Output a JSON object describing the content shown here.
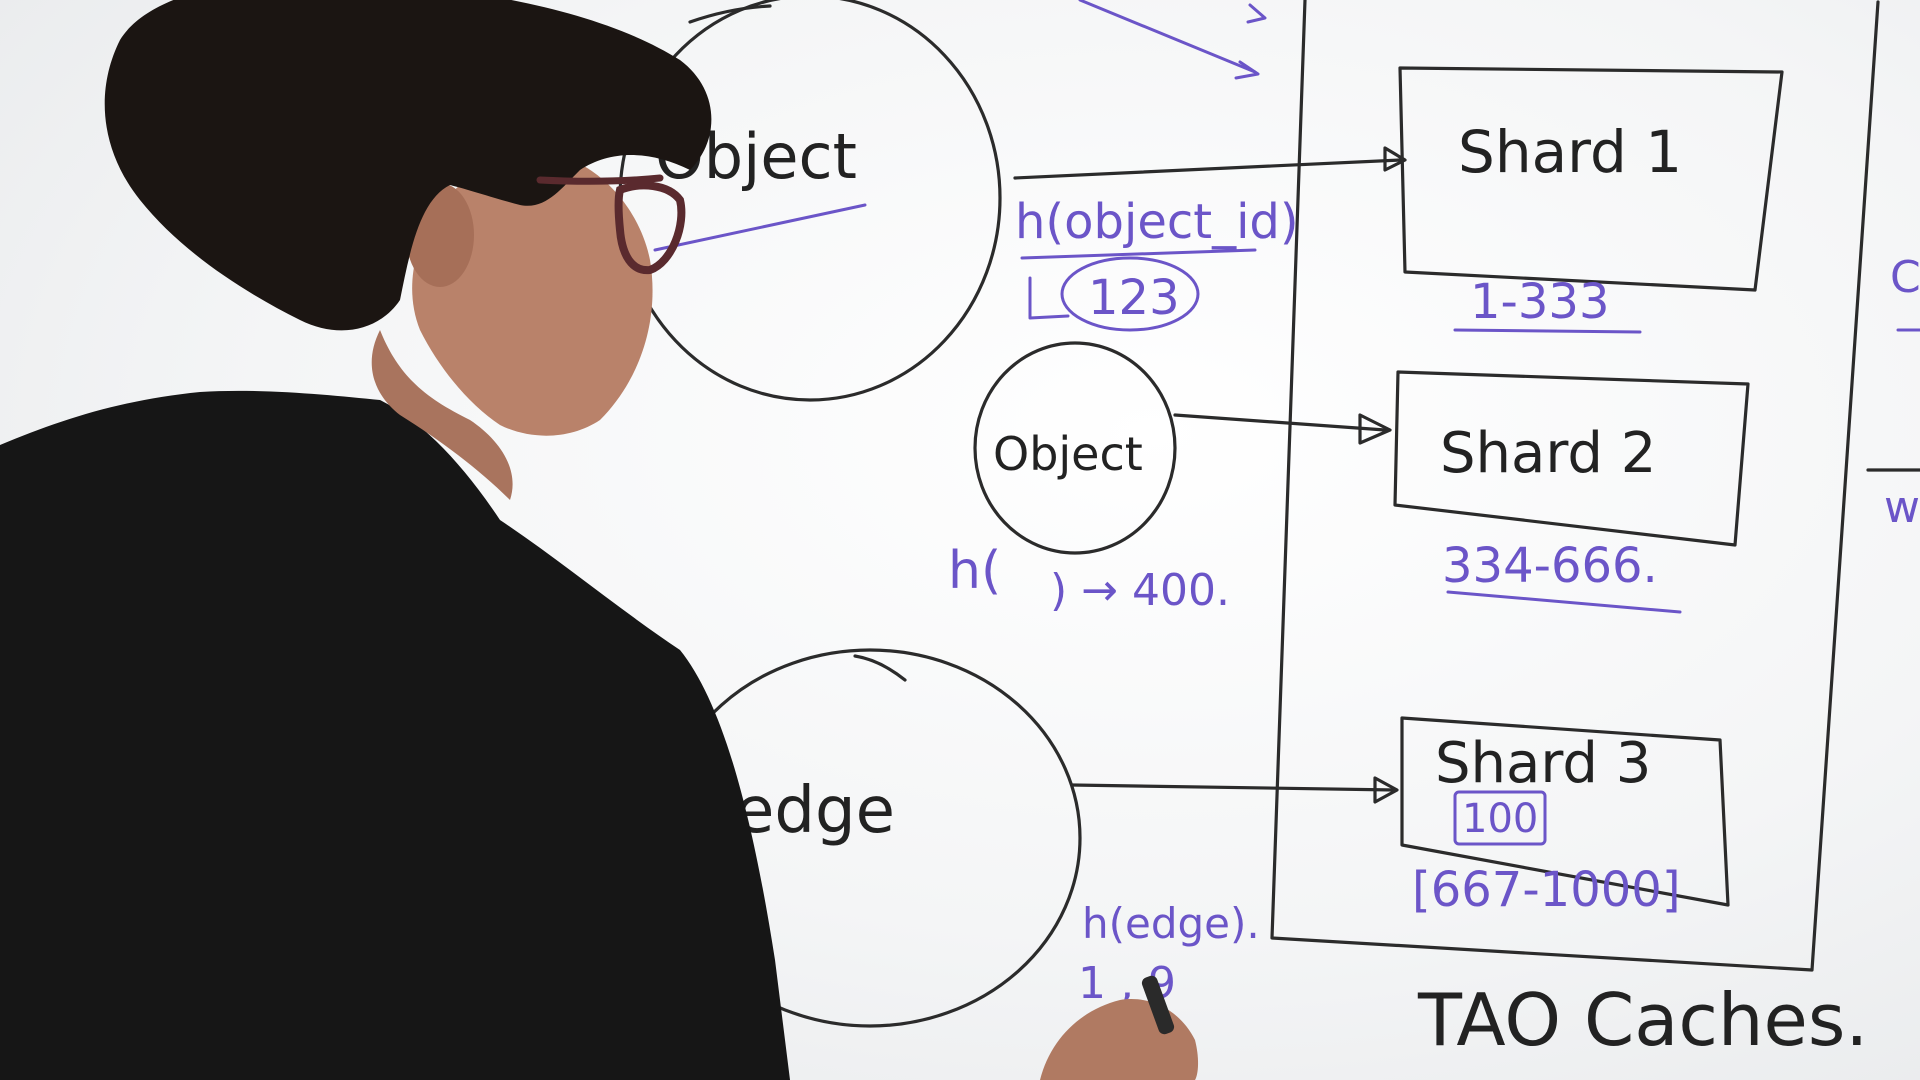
{
  "whiteboard": {
    "object_large_label": "Object",
    "object_small_label": "Object",
    "edge_label": "edge",
    "hash_object": "h(object_id)",
    "hash_result_123": "123",
    "hash_short": "h(",
    "hash_result_400": ") → 400.",
    "hash_edge": "h(edge).",
    "edge_digits": "1 , 9",
    "shard_1": "Shard 1",
    "shard_2": "Shard 2",
    "shard_3": "Shard 3",
    "range_1": "1-333",
    "range_2": "334-666.",
    "range_3": "[667-1000]",
    "shard_3_value": "100",
    "tao_caches": "TAO Caches.",
    "edge_right_c": "C",
    "edge_right_w": "w"
  },
  "colors": {
    "marker_black": "#2b2b2b",
    "marker_purple": "#6b55c8",
    "board": "#ffffff",
    "shirt": "#161616",
    "hair": "#1b1512",
    "skin": "#b9826a"
  }
}
